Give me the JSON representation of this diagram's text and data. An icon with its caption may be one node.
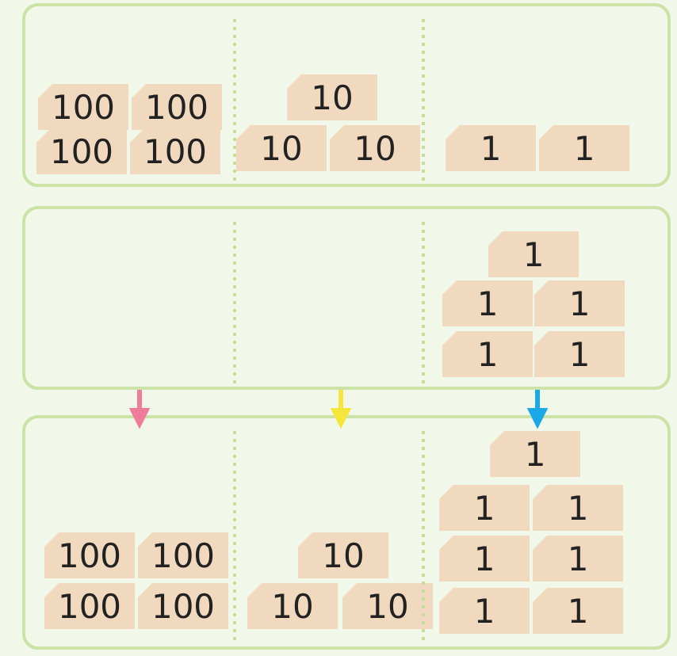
{
  "diagram": {
    "nodes": [
      {
        "text": [],
        "shape": "box"
      },
      {
        "text": [
          "100"
        ],
        "in": 0
      },
      {
        "text": [
          "100"
        ],
        "in": 0
      },
      {
        "text": [
          "100"
        ],
        "in": 0
      },
      {
        "text": [
          "100"
        ],
        "in": 0
      },
      {
        "text": [
          "10"
        ],
        "in": 0
      },
      {
        "text": [
          "10"
        ],
        "in": 0
      },
      {
        "text": [
          "10"
        ],
        "in": 0
      },
      {
        "text": [
          "1"
        ],
        "in": 0
      },
      {
        "text": [
          "1"
        ],
        "in": 0
      },
      {
        "text": [],
        "shape": "box"
      },
      {
        "text": [
          "1"
        ],
        "in": 10
      },
      {
        "text": [
          "1"
        ],
        "in": 10
      },
      {
        "text": [
          "1"
        ],
        "in": 10
      },
      {
        "text": [
          "1"
        ],
        "in": 10
      },
      {
        "text": [
          "1"
        ],
        "in": 10
      },
      {
        "text": [],
        "shape": "box"
      },
      {
        "text": [
          "1"
        ],
        "in": 16
      },
      {
        "text": [
          "1"
        ],
        "in": 16
      },
      {
        "text": [
          "1"
        ],
        "in": 16
      },
      {
        "text": [
          "1"
        ],
        "in": 16
      },
      {
        "text": [
          "1"
        ],
        "in": 16
      },
      {
        "text": [
          "1"
        ],
        "in": 16
      },
      {
        "text": [
          "1"
        ],
        "in": 16
      },
      {
        "text": [
          "10"
        ],
        "in": 16
      },
      {
        "text": [
          "10"
        ],
        "in": 16
      },
      {
        "text": [
          "10"
        ],
        "in": 16
      },
      {
        "text": [
          "100"
        ],
        "in": 16
      },
      {
        "text": [
          "100"
        ],
        "in": 16
      },
      {
        "text": [
          "100"
        ],
        "in": 16
      },
      {
        "text": [
          "100"
        ],
        "in": 16
      }
    ],
    "edges": [
      {
        "from": 10,
        "to": 16,
        "arrow": "to",
        "color": "#f07c9c"
      },
      {
        "from": 10,
        "to": 16,
        "arrow": "to",
        "color": "#f4e63a"
      },
      {
        "from": 10,
        "to": 16,
        "arrow": "to",
        "color": "#1aa8e8"
      }
    ]
  }
}
